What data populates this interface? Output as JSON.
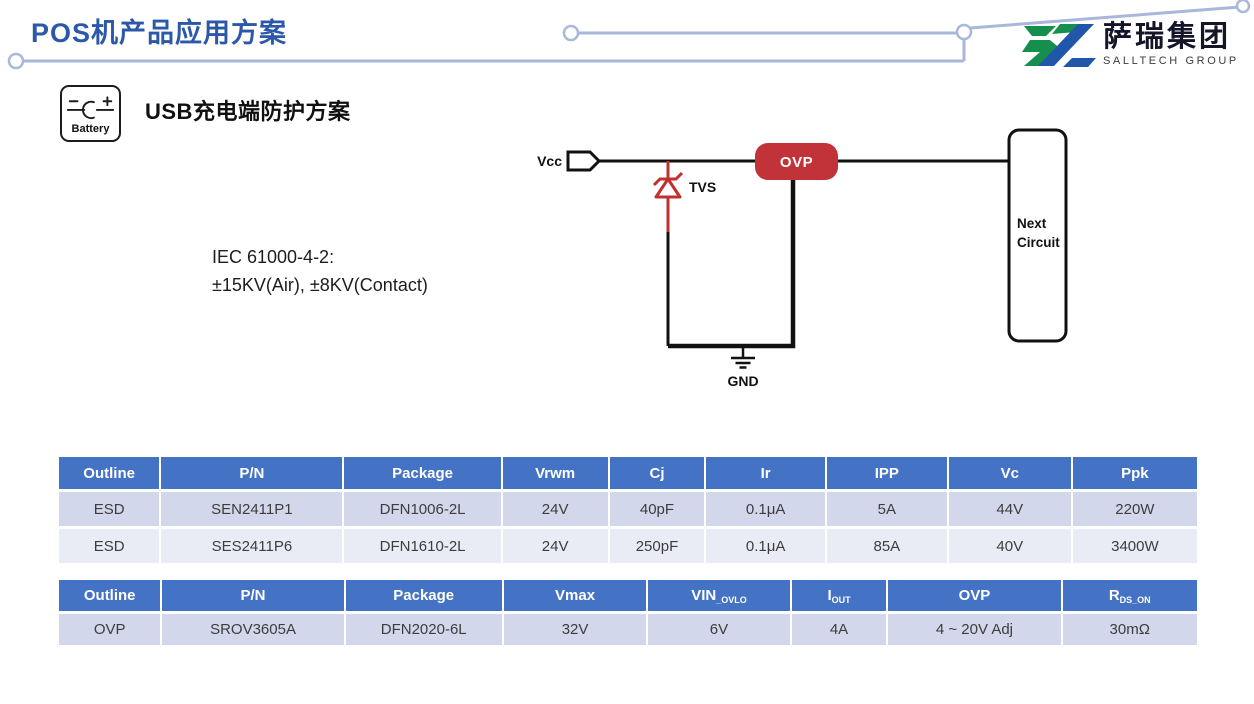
{
  "header": {
    "title": "POS机产品应用方案",
    "logo": {
      "company_cn": "萨瑞集团",
      "company_en": "SALLTECH GROUP"
    }
  },
  "content": {
    "battery_card_label": "Battery",
    "section_heading": "USB充电端防护方案",
    "standard_line1": "IEC 61000-4-2:",
    "standard_line2": "±15KV(Air), ±8KV(Contact)"
  },
  "circuit": {
    "vcc_label": "Vcc",
    "tvs_label": "TVS",
    "ovp_label": "OVP",
    "next_circuit_line1": "Next",
    "next_circuit_line2": "Circuit",
    "gnd_label": "GND"
  },
  "esd_table": {
    "headers": [
      "Outline",
      "P/N",
      "Package",
      "Vrwm",
      "Cj",
      "Ir",
      "IPP",
      "Vc",
      "Ppk"
    ],
    "rows": [
      [
        "ESD",
        "SEN2411P1",
        "DFN1006-2L",
        "24V",
        "40pF",
        "0.1μA",
        "5A",
        "44V",
        "220W"
      ],
      [
        "ESD",
        "SES2411P6",
        "DFN1610-2L",
        "24V",
        "250pF",
        "0.1μA",
        "85A",
        "40V",
        "3400W"
      ]
    ]
  },
  "ovp_table": {
    "headers": [
      {
        "base": "Outline",
        "sub": ""
      },
      {
        "base": "P/N",
        "sub": ""
      },
      {
        "base": "Package",
        "sub": ""
      },
      {
        "base": "Vmax",
        "sub": ""
      },
      {
        "base": "VIN",
        "sub": "_OVLO"
      },
      {
        "base": "I",
        "sub": "OUT"
      },
      {
        "base": "OVP",
        "sub": ""
      },
      {
        "base": "R",
        "sub": "DS_ON"
      }
    ],
    "row": [
      "OVP",
      "SROV3605A",
      "DFN2020-6L",
      "32V",
      "6V",
      "4A",
      "4 ~ 20V Adj",
      "30mΩ"
    ]
  },
  "colors": {
    "title_blue": "#2B58A9",
    "table_header_blue": "#4472C4",
    "table_row_dark": "#D2D7EB",
    "table_row_light": "#E9EBF5",
    "circuit_red": "#C0302F",
    "decoration_blue": "#A9B7DB",
    "logo_green": "#168F4E",
    "logo_blue": "#2157A8"
  }
}
